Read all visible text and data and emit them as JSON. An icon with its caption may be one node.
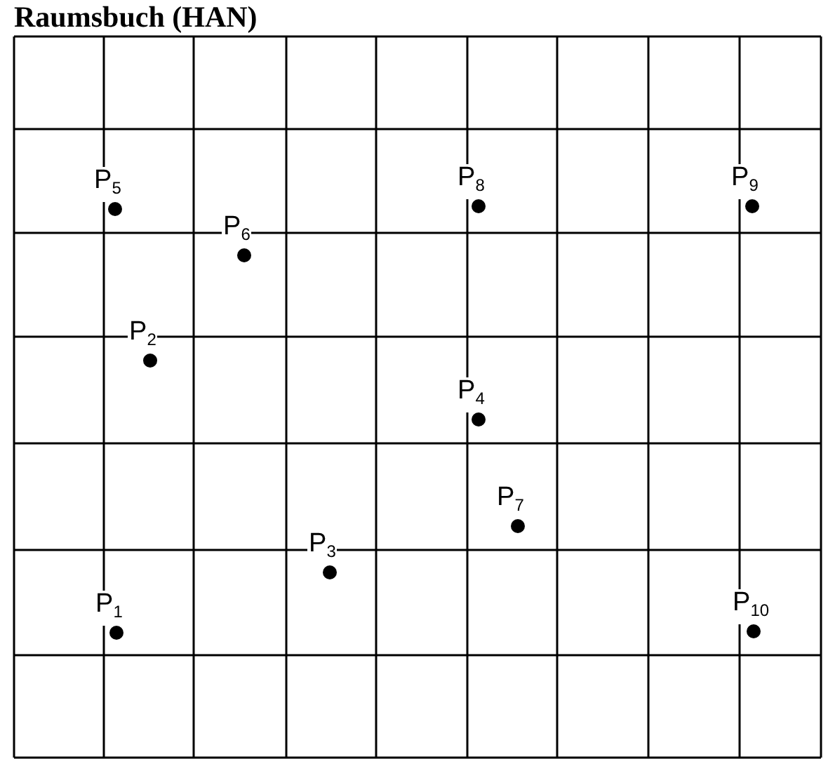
{
  "diagram": {
    "title": "Raumsbuch (HAN)",
    "labels": [
      "P$_{5}$",
      "P$_{8}$",
      "P$_{9}$",
      "P$_{6}$",
      "P$_{2}$",
      "P$_{4}$",
      "P$_{7}$",
      "P$_{3}$",
      "P$_{1}$",
      "P$_{10}$"
    ]
  }
}
